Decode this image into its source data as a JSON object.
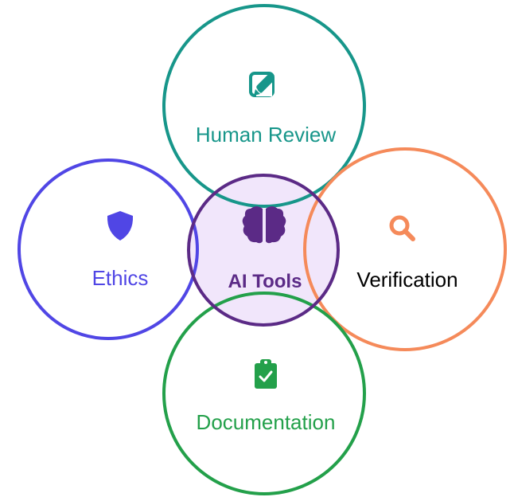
{
  "center": {
    "label": "AI Tools",
    "icon": "brain-icon",
    "color": "#5b2a86",
    "fill": "#f1e6fb"
  },
  "nodes": {
    "human_review": {
      "label": "Human Review",
      "icon": "pen-to-square-icon",
      "color": "#17968a"
    },
    "ethics": {
      "label": "Ethics",
      "icon": "shield-icon",
      "color": "#5046e5"
    },
    "verification": {
      "label": "Verification",
      "icon": "magnifying-glass-icon",
      "color": "#f58a5a",
      "label_color": "#000000"
    },
    "documentation": {
      "label": "Documentation",
      "icon": "clipboard-check-icon",
      "color": "#23a04a"
    }
  }
}
